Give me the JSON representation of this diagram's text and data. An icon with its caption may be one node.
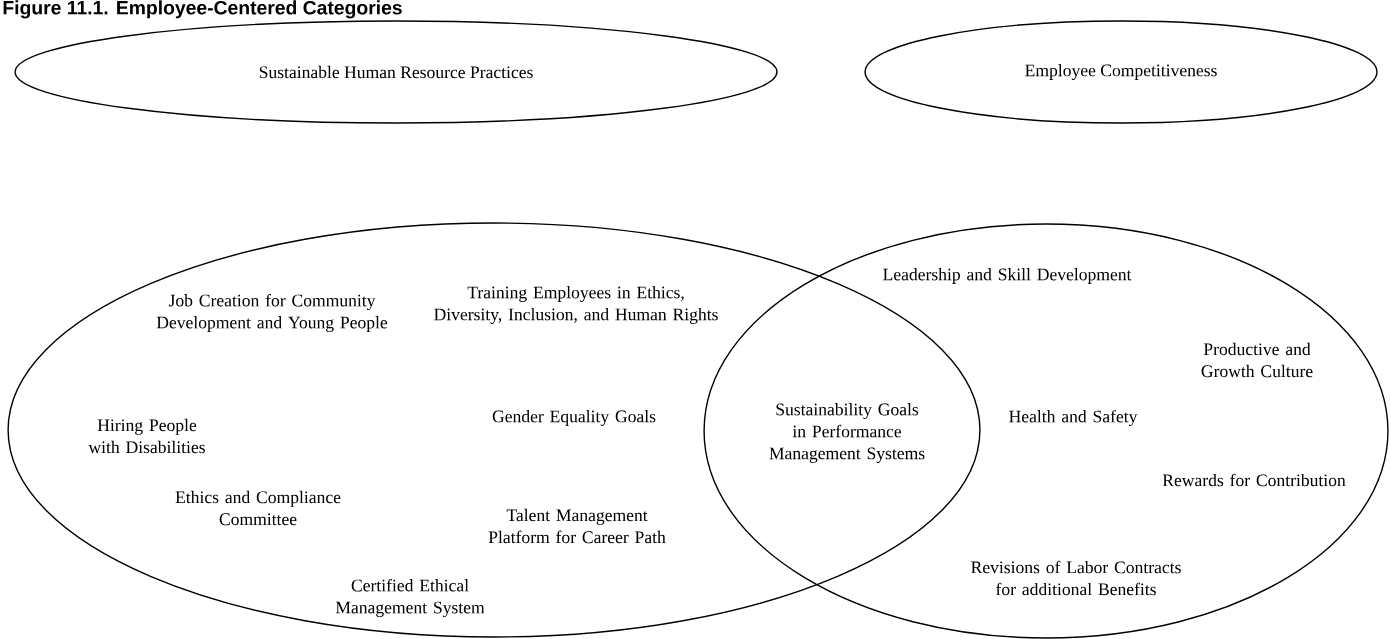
{
  "diagram": {
    "title": "Figure 11.1. Employee-Centered Categories",
    "nodes": [
      {
        "text": [
          "Sustainable Human Resource Practices"
        ]
      },
      {
        "text": [
          "Employee Competitiveness"
        ]
      },
      {
        "text": [],
        "shape": "ellipse"
      },
      {
        "text": [],
        "shape": "ellipse"
      }
    ],
    "edges": [],
    "labels": [
      "Job Creation for Community Development and Young People",
      "Training Employees in Ethics, Diversity, Inclusion, and Human Rights",
      "Leadership and Skill Development",
      "Productive and Growth Culture",
      "Hiring People with Disabilities",
      "Gender Equality Goals",
      "Sustainability Goals in Performance Management Systems",
      "Health and Safety",
      "Rewards for Contribution",
      "Ethics and Compliance Committee",
      "Talent Management Platform for Career Path",
      "Revisions of Labor Contracts for additional Benefits",
      "Certified Ethical Management System"
    ]
  }
}
